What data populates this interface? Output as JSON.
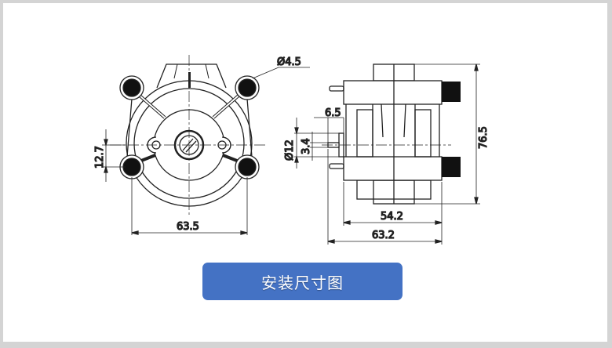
{
  "dimensions": {
    "hole_diameter": "Ø4.5",
    "bolt_spacing_vertical": "12.7",
    "bolt_spacing_horizontal": "63.5",
    "shaft_diameter": "Ø12",
    "shaft_length": "6.5",
    "shaft_small": "3.4",
    "height": "76.5",
    "body_width": "54.2",
    "total_width": "63.2"
  },
  "caption_button": "安装尺寸图",
  "colors": {
    "button": "#4472c4",
    "line": "#222222"
  }
}
